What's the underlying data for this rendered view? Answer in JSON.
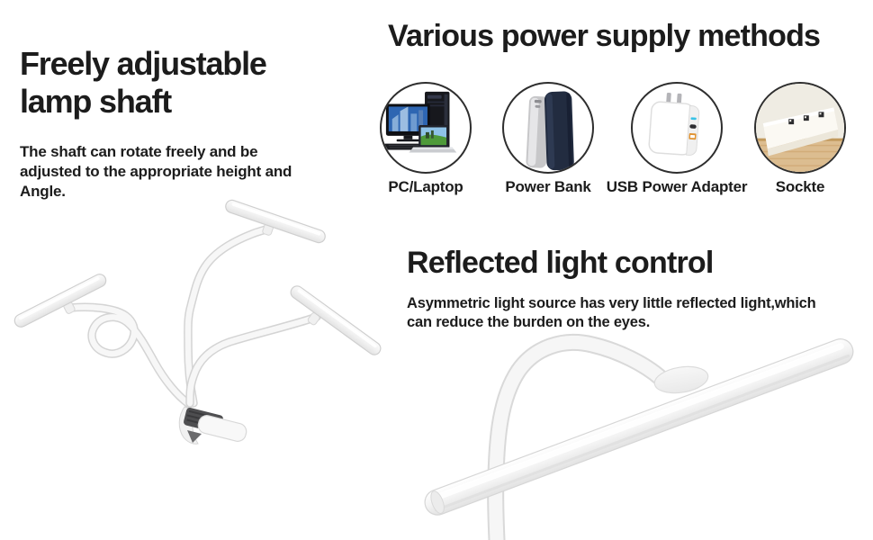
{
  "sections": {
    "adjustable": {
      "title": "Freely adjustable\nlamp shaft",
      "description": "The shaft can rotate freely and be\nadjusted to the appropriate height and\nAngle."
    },
    "power": {
      "title": "Various power supply methods",
      "methods": [
        {
          "label": "PC/Laptop",
          "icon": "pc-laptop-icon"
        },
        {
          "label": "Power Bank",
          "icon": "power-bank-icon"
        },
        {
          "label": "USB Power Adapter",
          "icon": "usb-power-adapter-icon"
        },
        {
          "label": "Sockte",
          "icon": "socket-icon"
        }
      ]
    },
    "reflected": {
      "title": "Reflected light control",
      "description": "Asymmetric light source has very little reflected light,which\ncan reduce the burden on the eyes."
    }
  },
  "colors": {
    "background": "#ffffff",
    "text": "#1c1c1c",
    "lamp_body": "#f5f5f5",
    "lamp_outline": "#d6d6d6",
    "clamp_pad_gray": "#4e4e50",
    "monitor_screen_blue": "#2e66b2",
    "laptop_screen_green": "#4e9a3a",
    "powerbank_navy": "#222c40",
    "powerbank_silver": "#c7c7c9",
    "charger_indicator_cyan": "#38c2e6",
    "charger_usb_orange": "#e0912e",
    "socket_wood": "#dcbd90"
  }
}
